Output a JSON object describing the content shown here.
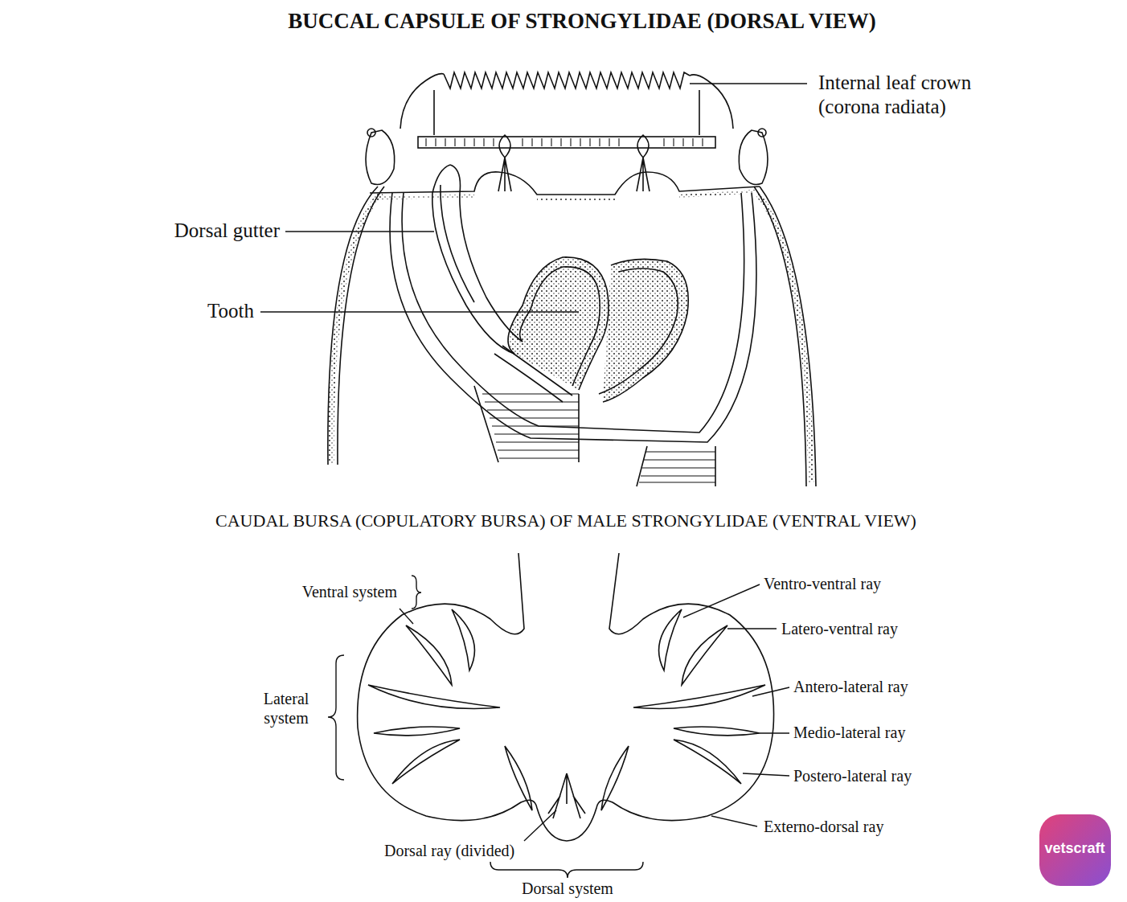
{
  "diagram": {
    "title": "BUCCAL CAPSULE OF STRONGYLIDAE (DORSAL VIEW)",
    "labels": [
      "CAUDAL BURSA (COPULATORY BURSA) OF MALE STRONGYLIDAE (VENTRAL VIEW)",
      "Internal leaf crown (corona radiata)",
      "Dorsal gutter",
      "Tooth",
      "Ventral system",
      "Ventro-ventral ray",
      "Latero-ventral ray",
      "Antero-lateral ray",
      "Lateral system",
      "Medio-lateral ray",
      "Postero-lateral ray",
      "Externo-dorsal ray",
      "Dorsal ray (divided)",
      "Dorsal system",
      "vetscraft"
    ]
  }
}
